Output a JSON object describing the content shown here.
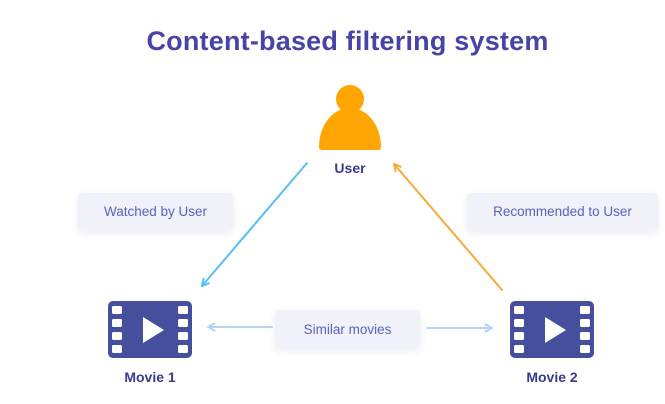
{
  "title": "Content-based filtering system",
  "nodes": {
    "user": {
      "label": "User",
      "icon": "person-icon"
    },
    "movie1": {
      "label": "Movie 1",
      "icon": "film-play-icon"
    },
    "movie2": {
      "label": "Movie 2",
      "icon": "film-play-icon"
    }
  },
  "edges": {
    "watched": {
      "label": "Watched by User",
      "from": "User",
      "to": "Movie 1"
    },
    "recommended": {
      "label": "Recommended to User",
      "from": "Movie 2",
      "to": "User"
    },
    "similar": {
      "label": "Similar movies",
      "between": "Movie 1 and Movie 2"
    }
  },
  "colors": {
    "title_text": "#4843A6",
    "user_icon": "#FFA502",
    "movie_icon": "#454F9E",
    "node_label_text": "#393A8C",
    "chip_bg": "#F1F2F9",
    "chip_text": "#5A60C0",
    "watched_arrow": "#55C0F0",
    "recommended_arrow": "#F8A93B",
    "similar_arrow": "#B5D3F2"
  }
}
